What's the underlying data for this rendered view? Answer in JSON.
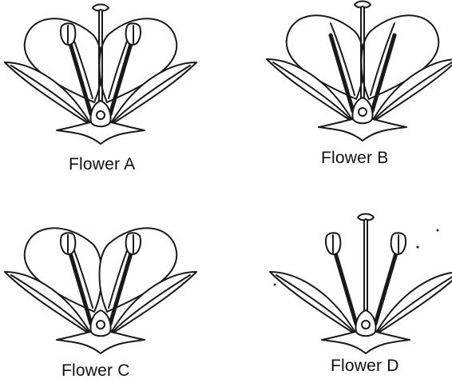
{
  "figure": {
    "flowers": [
      {
        "id": "A",
        "label": "Flower A",
        "petals": true,
        "stamens": true,
        "pistil": true
      },
      {
        "id": "B",
        "label": "Flower B",
        "petals": true,
        "stamens": false,
        "pistil": true
      },
      {
        "id": "C",
        "label": "Flower C",
        "petals": true,
        "stamens": true,
        "pistil": false
      },
      {
        "id": "D",
        "label": "Flower D",
        "petals": false,
        "stamens": true,
        "pistil": true
      }
    ]
  }
}
